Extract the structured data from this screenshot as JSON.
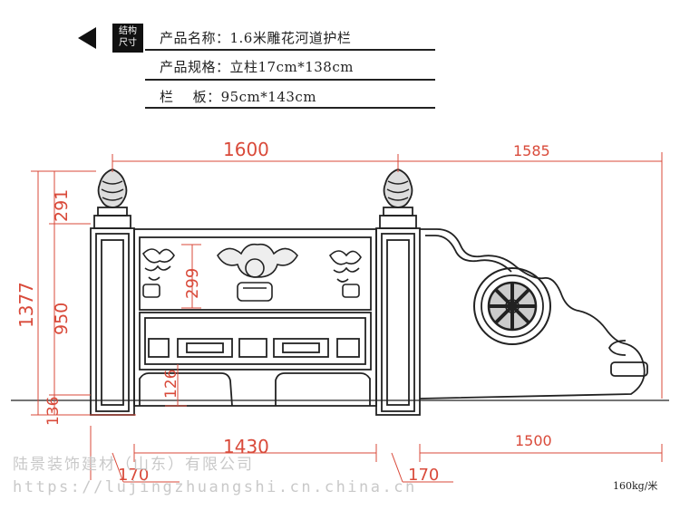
{
  "header": {
    "badge": [
      "结构",
      "尺寸"
    ],
    "specs": [
      "产品名称：1.6米雕花河道护栏",
      "产品规格：立柱17cm*138cm",
      "栏    板：95cm*143cm"
    ]
  },
  "dimensions": {
    "top_left": "1600",
    "top_right": "1585",
    "left_total": "1377",
    "left_top": "291",
    "left_mid": "950",
    "left_bottom": "136",
    "inner_299": "299",
    "inner_126": "126",
    "bottom_span": "1430",
    "bottom_right": "1500",
    "bottom_post_left": "170",
    "bottom_post_mid": "170"
  },
  "watermark": {
    "company": "陆景装饰建材（山东）有限公司",
    "url": "https://lujingzhuangshi.cn.china.cn"
  },
  "weight": "160kg/米",
  "colors": {
    "dimension": "#d94a3a",
    "line": "#222222",
    "watermark": "#c9c9c9"
  }
}
